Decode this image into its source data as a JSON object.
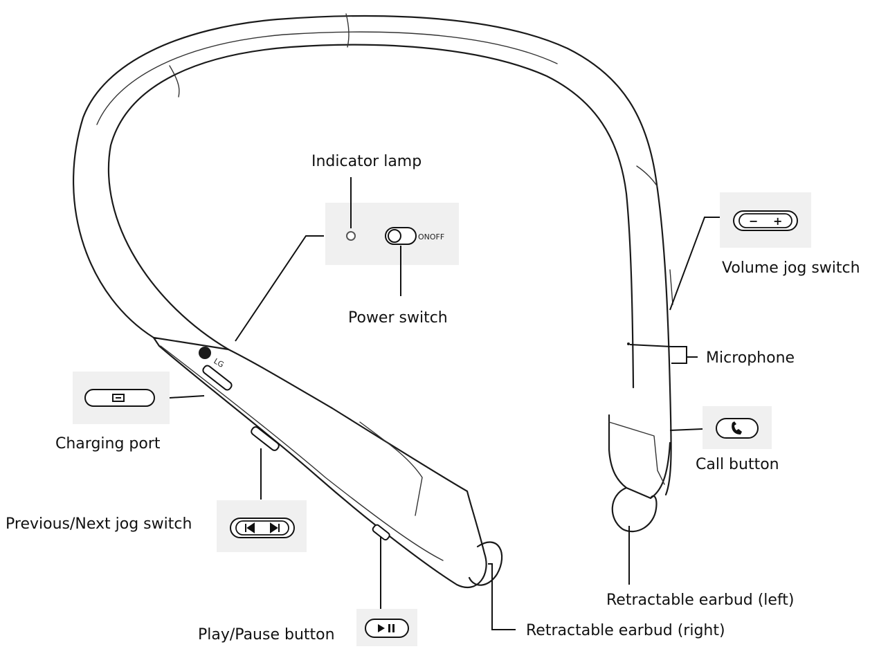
{
  "labels": {
    "indicator_lamp": "Indicator lamp",
    "power_switch": "Power switch",
    "power_switch_text": "ONOFF",
    "volume_jog_switch": "Volume jog switch",
    "microphone": "Microphone",
    "call_button": "Call button",
    "charging_port": "Charging port",
    "previous_next_jog_switch": "Previous/Next jog switch",
    "play_pause_button": "Play/Pause button",
    "earbud_left": "Retractable earbud (left)",
    "earbud_right": "Retractable earbud (right)",
    "logo": "LG"
  },
  "icons": {
    "volume_minus": "−",
    "volume_plus": "+",
    "call": "phone-icon",
    "charging": "usb-port-icon",
    "prev": "previous-track-icon",
    "next": "next-track-icon",
    "play_pause": "play-pause-icon"
  },
  "colors": {
    "panel": "#f0f0f0",
    "line": "#1a1a1a",
    "body_fill": "#ffffff"
  }
}
